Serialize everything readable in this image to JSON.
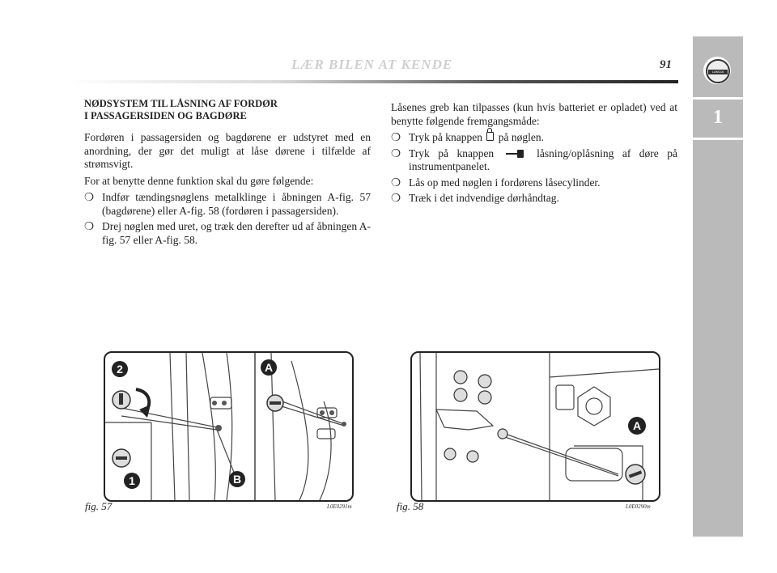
{
  "header": {
    "title": "LÆR BILEN AT KENDE",
    "page_number": "91"
  },
  "side_tab": {
    "chapter": "1",
    "logo_text": "LANCIA"
  },
  "left_column": {
    "heading_line1": "NØDSYSTEM TIL LÅSNING AF FORDØR",
    "heading_line2": "I PASSAGERSIDEN OG BAGDØRE",
    "para1": "Fordøren i passagersiden og bagdørene er udstyret med en anordning, der gør det muligt at låse dørene i tilfælde af strømsvigt.",
    "para2": "For at benytte denne funktion skal du gøre følgende:",
    "bullets": [
      "Indfør tændingsnøglens metalklinge i åbningen A-fig. 57 (bagdørene) eller A-fig. 58 (fordøren i passagersiden).",
      "Drej nøglen med uret, og træk den derefter ud af åbningen A-fig. 57 eller A-fig. 58."
    ]
  },
  "right_column": {
    "intro": "Låsenes greb kan tilpasses (kun hvis batteriet er opladet) ved at benytte følgende fremgangsmåde:",
    "bullet1_before": "Tryk på knappen",
    "bullet1_after": "på nøglen.",
    "bullet2_before": "Tryk på knappen",
    "bullet2_after": "låsning/oplåsning af døre på instrumentpanelet.",
    "bullet3": "Lås op med nøglen i fordørens låsecylinder.",
    "bullet4": "Træk i det indvendige dørhåndtag."
  },
  "bullet_symbol": "❍",
  "figures": [
    {
      "label": "fig. 57",
      "code": "L0E0291m",
      "callouts": [
        "2",
        "1",
        "A",
        "B"
      ]
    },
    {
      "label": "fig. 58",
      "code": "L0E0290m",
      "callouts": [
        "A"
      ]
    }
  ]
}
